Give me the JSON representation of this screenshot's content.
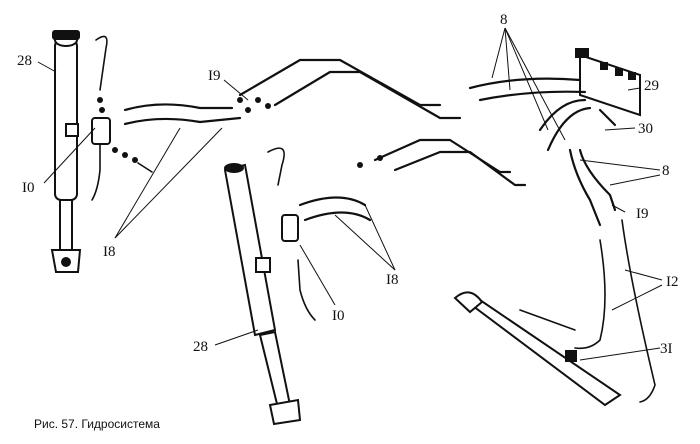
{
  "caption": "Рис. 57. Гидросистема",
  "labels": {
    "l28_top": "28",
    "l10_left": "I0",
    "l18_left": "I8",
    "l19_top": "I9",
    "l8_top": "8",
    "l29": "29",
    "l30": "30",
    "l8_right": "8",
    "l19_right": "I9",
    "l12": "I2",
    "l31": "3I",
    "l18_mid": "I8",
    "l10_mid": "I0",
    "l28_bottom": "28"
  }
}
